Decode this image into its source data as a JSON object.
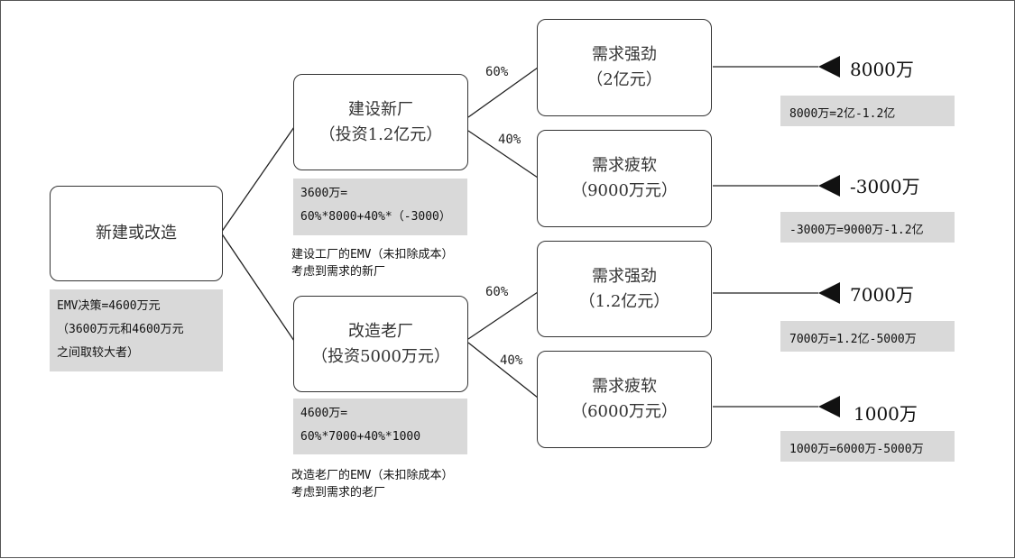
{
  "root": {
    "label": "新建或改造"
  },
  "root_note": {
    "lines": [
      "EMV决策=4600万元",
      "（3600万元和4600万元",
      "之间取较大者）"
    ]
  },
  "branch_a": {
    "title": "建设新厂",
    "sub": "（投资1.2亿元）",
    "note_lines": [
      "3600万=",
      "60%*8000+40%*（-3000）"
    ],
    "caption_lines": [
      "建设工厂的EMV（未扣除成本）",
      "考虑到需求的新厂"
    ]
  },
  "branch_b": {
    "title": "改造老厂",
    "sub": "（投资5000万元）",
    "note_lines": [
      "4600万=",
      "60%*7000+40%*1000"
    ],
    "caption_lines": [
      "改造老厂的EMV（未扣除成本）",
      "考虑到需求的老厂"
    ]
  },
  "outcomes": [
    {
      "title": "需求强劲",
      "sub": "（2亿元）",
      "prob": "60%",
      "value": "8000万",
      "calc": "8000万=2亿-1.2亿"
    },
    {
      "title": "需求疲软",
      "sub": "（9000万元）",
      "prob": "40%",
      "value": "-3000万",
      "calc": "-3000万=9000万-1.2亿"
    },
    {
      "title": "需求强劲",
      "sub": "（1.2亿元）",
      "prob": "60%",
      "value": "7000万",
      "calc": "7000万=1.2亿-5000万"
    },
    {
      "title": "需求疲软",
      "sub": "（6000万元）",
      "prob": "40%",
      "value": "1000万",
      "calc": "1000万=6000万-5000万"
    }
  ],
  "colors": {
    "line": "#222222",
    "note_bg": "#d9d9d9",
    "border": "#333333"
  }
}
